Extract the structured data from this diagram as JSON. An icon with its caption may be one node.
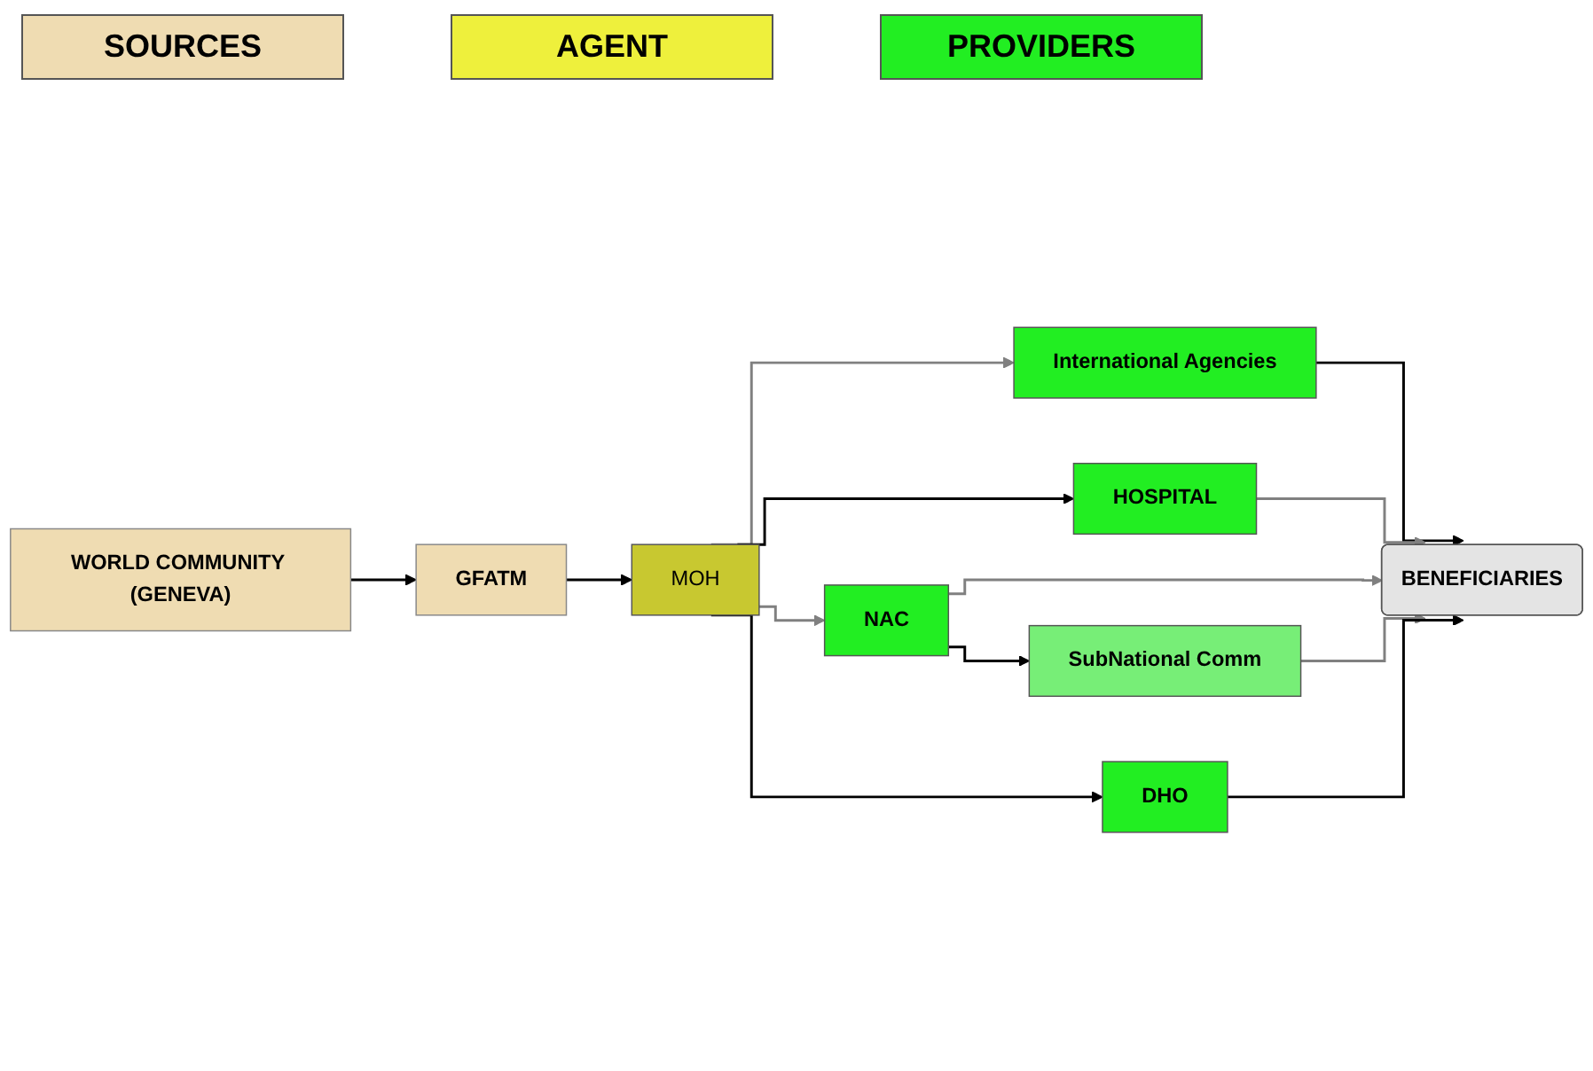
{
  "diagram": {
    "nodes": [
      {
        "text": [
          "WORLD COMMUNITY (GENEVA)"
        ]
      },
      {
        "text": [
          "GFATM"
        ]
      },
      {
        "text": [
          "MOH"
        ]
      },
      {
        "text": [
          "International Agencies"
        ]
      },
      {
        "text": [
          "HOSPITAL"
        ]
      },
      {
        "text": [
          "NAC"
        ]
      },
      {
        "text": [
          "SubNational Comm"
        ]
      },
      {
        "text": [
          "DHO"
        ]
      },
      {
        "text": [
          "BENEFICIARIES"
        ]
      }
    ],
    "edges": [
      {
        "from": 0,
        "to": 1,
        "arrow": "to"
      },
      {
        "from": 1,
        "to": 2,
        "arrow": "to"
      },
      {
        "from": 2,
        "to": 3,
        "arrow": "to",
        "color": "#808080"
      },
      {
        "from": 2,
        "to": 4,
        "arrow": "to"
      },
      {
        "from": 2,
        "to": 5,
        "arrow": "to",
        "color": "#808080"
      },
      {
        "from": 2,
        "to": 7,
        "arrow": "to"
      },
      {
        "from": 3,
        "to": 8,
        "arrow": "to"
      },
      {
        "from": 4,
        "to": 8,
        "arrow": "to",
        "color": "#808080"
      },
      {
        "from": 5,
        "to": 8,
        "arrow": "to",
        "color": "#808080"
      },
      {
        "from": 5,
        "to": 6,
        "arrow": "to"
      },
      {
        "from": 6,
        "to": 8,
        "arrow": "to",
        "color": "#808080"
      },
      {
        "from": 7,
        "to": 8,
        "arrow": "to"
      }
    ],
    "legend": [
      {
        "text": "SOURCES",
        "color": "#efdcb2"
      },
      {
        "text": "AGENT",
        "color": "#eef03c"
      },
      {
        "text": "PROVIDERS",
        "color": "#22ee22"
      }
    ]
  }
}
